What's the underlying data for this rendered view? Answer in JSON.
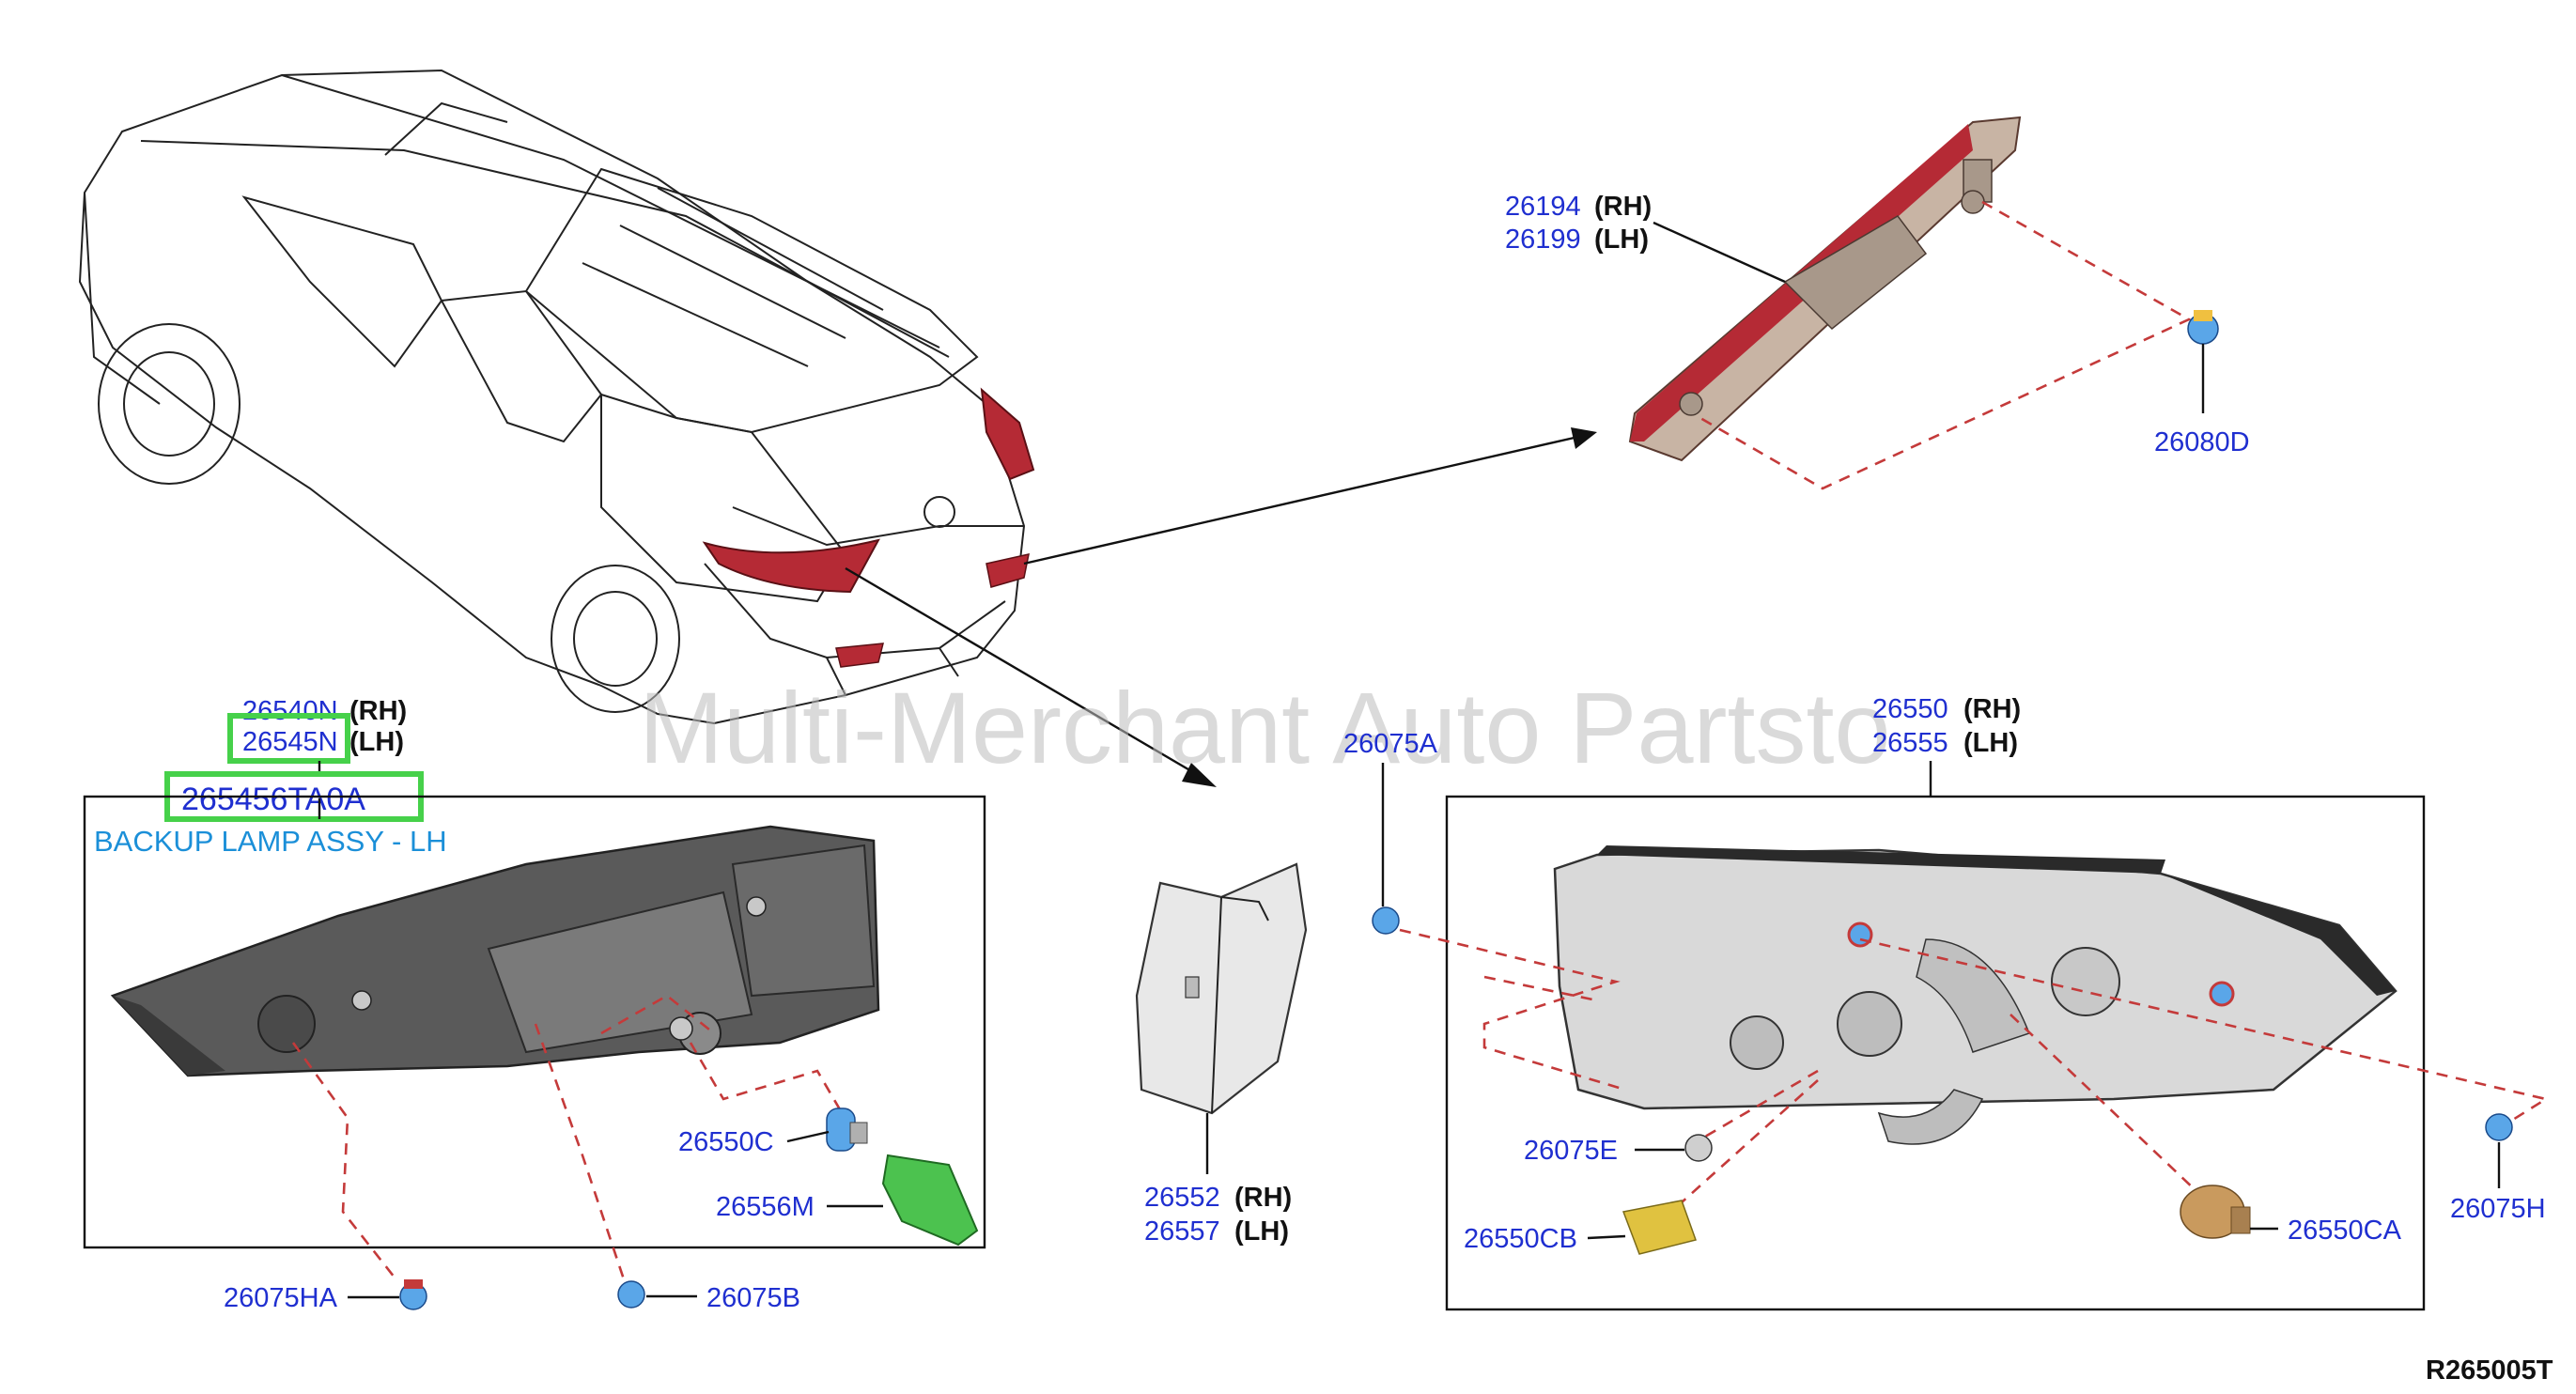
{
  "colors": {
    "part_label": "#1f2fd0",
    "side_label": "#111111",
    "assembly_label": "#1b8fd8",
    "highlight_box": "#46d14a",
    "dashed_leader": "#c43a3a",
    "watermark": "#bdbdbd",
    "lamp_red": "#b52a35",
    "bulb_blue": "#5aa6e8",
    "bulb_amber": "#c99a5e",
    "connector_green": "#4cc24f"
  },
  "watermark": "Multi-Merchant Auto Partsto",
  "reference_code": "R265005T",
  "labels": {
    "p26194": "26194",
    "p26194_side": "(RH)",
    "p26199": "26199",
    "p26199_side": "(LH)",
    "p26080D": "26080D",
    "p26540N": "26540N",
    "p26540N_side": "(RH)",
    "p26545N": "26545N",
    "p26545N_side": "(LH)",
    "selected_part": "265456TA0A",
    "assembly_name": "BACKUP LAMP ASSY - LH",
    "p26550C": "26550C",
    "p26556M": "26556M",
    "p26075HA": "26075HA",
    "p26075B": "26075B",
    "p26552": "26552",
    "p26552_side": "(RH)",
    "p26557": "26557",
    "p26557_side": "(LH)",
    "p26075A": "26075A",
    "p26550": "26550",
    "p26550_side": "(RH)",
    "p26555": "26555",
    "p26555_side": "(LH)",
    "p26075E": "26075E",
    "p26550CB": "26550CB",
    "p26550CA": "26550CA",
    "p26075H": "26075H"
  }
}
